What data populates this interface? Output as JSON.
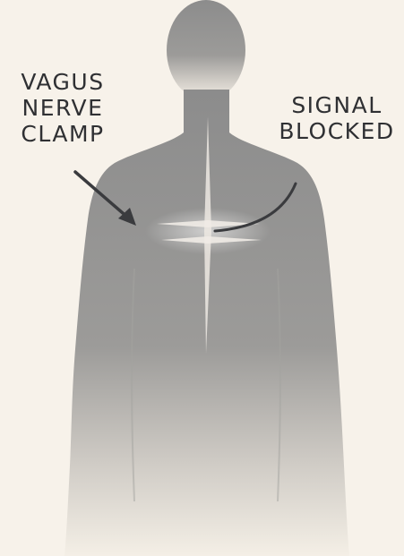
{
  "labels": {
    "clamp_lines": [
      "VAGUS",
      "NERVE",
      "CLAMP"
    ],
    "signal_lines": [
      "SIGNAL",
      "BLOCKED"
    ]
  },
  "colors": {
    "background": "#f7f2ea",
    "body_top": "#8f8f8f",
    "body_bottom": "#f4efe6",
    "text": "#2f3033",
    "nerve_glow": "#ece8e2",
    "annotation": "#3a3b3e"
  },
  "icons": {
    "pointer": "arrow-icon",
    "blocked_signal": "curved-line-icon"
  }
}
